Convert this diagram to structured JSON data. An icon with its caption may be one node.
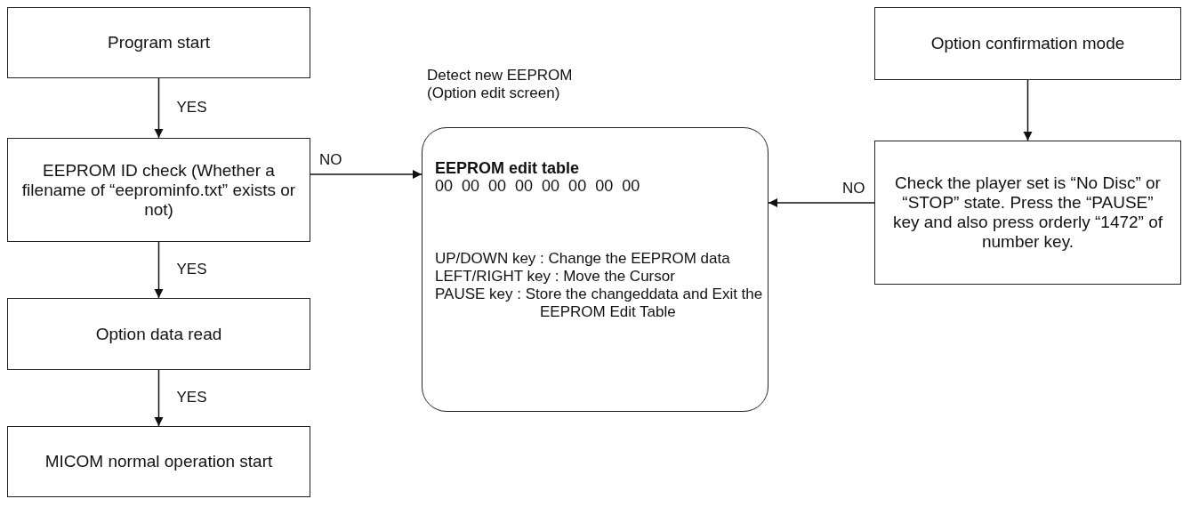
{
  "diagram": {
    "nodes": [
      {
        "text": [
          "Program start"
        ]
      },
      {
        "text": [
          "EEPROM ID check (Whether a filename of “eeprominfo.txt” exists or not)"
        ]
      },
      {
        "text": [
          "Option data read"
        ]
      },
      {
        "text": [
          "MICOM normal operation start"
        ]
      },
      {
        "text": [
          "EEPROM edit table",
          "00  00  00  00  00  00  00  00",
          "UP/DOWN key : Change the EEPROM data",
          "LEFT/RIGHT key : Move the Cursor",
          "PAUSE key : Store the changeddata and Exit the EEPROM Edit Table"
        ],
        "beside": [
          "Detect new EEPROM (Option edit screen)"
        ]
      },
      {
        "text": [
          "Option confirmation mode"
        ]
      },
      {
        "text": [
          "Check the player set is “No Disc” or “STOP” state. Press the “PAUSE” key and also press orderly “1472” of number key."
        ]
      }
    ],
    "edges": [
      {
        "from": 0,
        "to": 1,
        "arrow": "to",
        "label": "YES"
      },
      {
        "from": 1,
        "to": 2,
        "arrow": "to",
        "label": "YES"
      },
      {
        "from": 2,
        "to": 3,
        "arrow": "to",
        "label": "YES"
      },
      {
        "from": 1,
        "to": 4,
        "arrow": "to",
        "label": "NO"
      },
      {
        "from": 5,
        "to": 6,
        "arrow": "to"
      },
      {
        "from": 6,
        "to": 4,
        "arrow": "to",
        "label": "NO"
      }
    ]
  }
}
